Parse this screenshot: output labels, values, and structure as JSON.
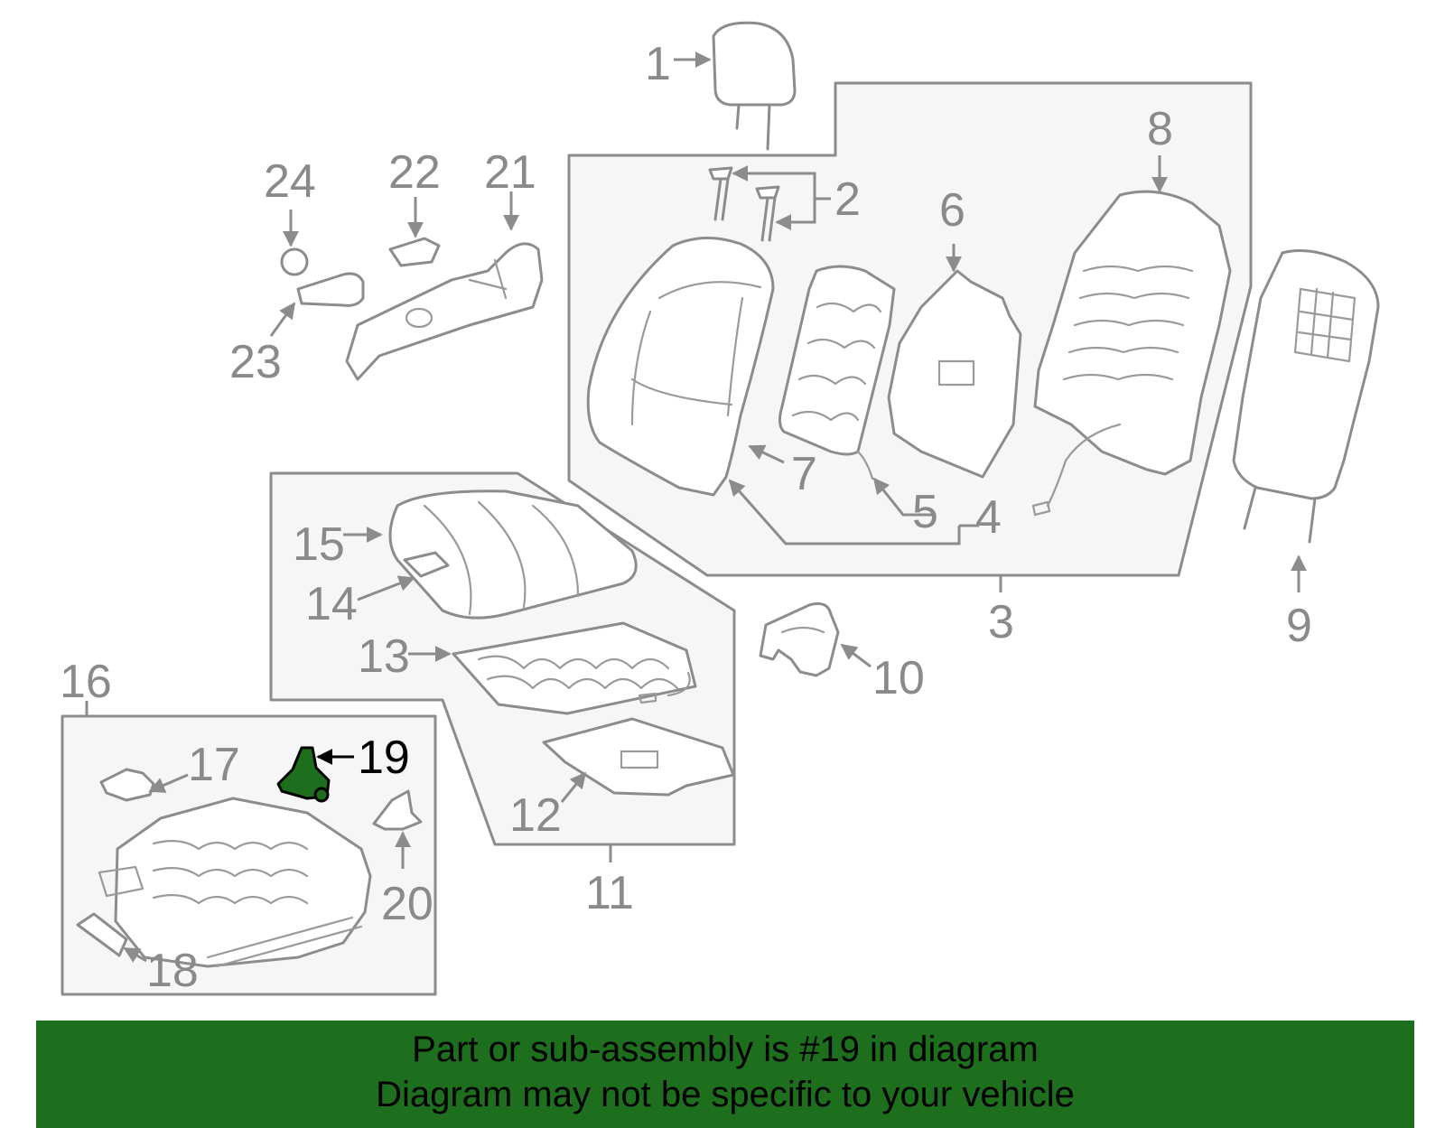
{
  "diagram": {
    "callouts": [
      "1",
      "2",
      "3",
      "4",
      "5",
      "6",
      "7",
      "8",
      "9",
      "10",
      "11",
      "12",
      "13",
      "14",
      "15",
      "16",
      "17",
      "18",
      "19",
      "20",
      "21",
      "22",
      "23",
      "24"
    ],
    "highlighted_part": "19",
    "highlight_color": "#1d6e1d",
    "line_color": "#8c8c8c",
    "box_fill": "#f6f6f6"
  },
  "banner": {
    "line1": "Part or sub-assembly is #19 in diagram",
    "line2": "Diagram may not be specific to your vehicle",
    "background": "#1d6e1d"
  }
}
